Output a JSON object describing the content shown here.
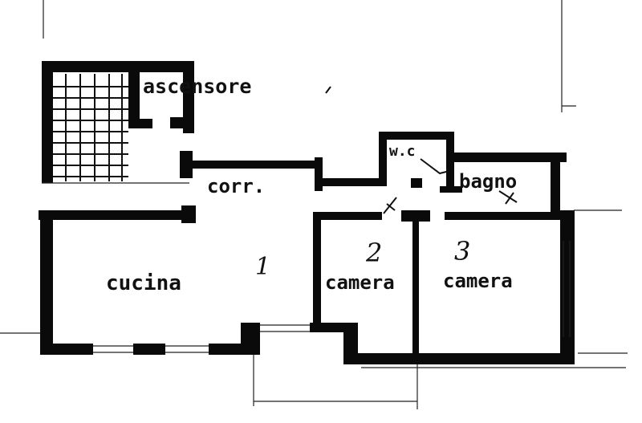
{
  "rooms": {
    "ascensore": "ascensore",
    "corr": "corr.",
    "wc": "w.c",
    "bagno": "bagno",
    "cucina": "cucina",
    "camera_2": "camera",
    "camera_3": "camera"
  },
  "numbers": {
    "n1": "1",
    "n2": "2",
    "n3": "3"
  }
}
